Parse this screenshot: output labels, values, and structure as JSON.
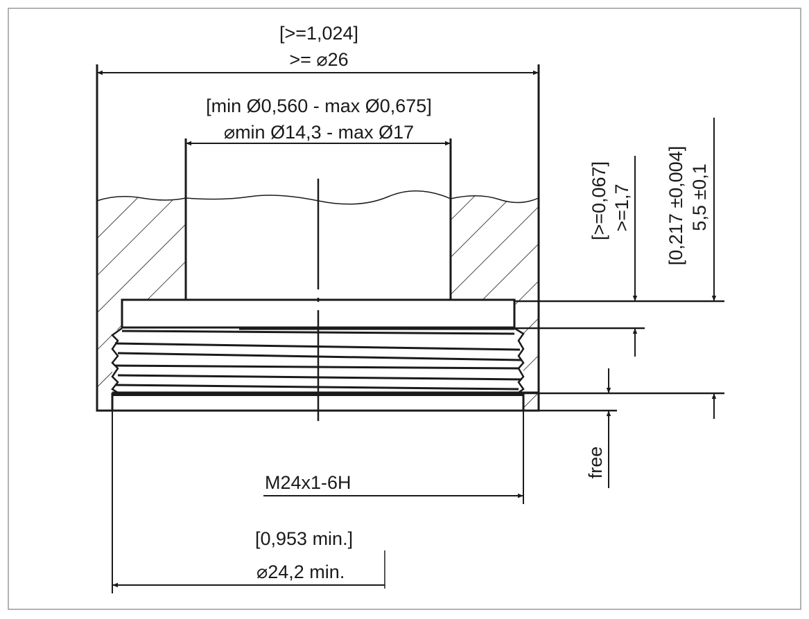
{
  "drawing": {
    "outer_diameter": {
      "inch": "[>=1,024]",
      "mm": ">= ⌀26"
    },
    "bore_diameter": {
      "inch": "[min Ø0,560 - max Ø0,675]",
      "mm": "⌀min Ø14,3 - max Ø17"
    },
    "groove_depth": {
      "inch": "[>=0,067]",
      "mm": ">=1,7"
    },
    "thread_depth": {
      "inch": "[0,217 ±0,004]",
      "mm": "5,5 ±0,1"
    },
    "free_label": "free",
    "thread_spec": "M24x1-6H",
    "min_diameter": {
      "inch": "[0,953 min.]",
      "mm": "⌀24,2 min."
    }
  },
  "colors": {
    "line": "#1a1a1a",
    "frame": "#999999"
  }
}
